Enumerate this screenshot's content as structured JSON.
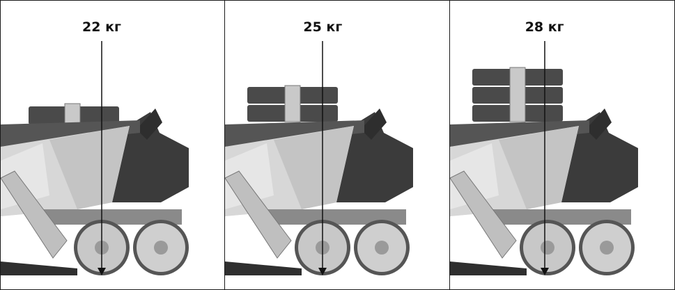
{
  "panels": [
    {
      "weight_label": "22 кг",
      "weight_blocks": 1
    },
    {
      "weight_label": "25 кг",
      "weight_blocks": 2
    },
    {
      "weight_label": "28 кг",
      "weight_blocks": 3
    }
  ],
  "colors": {
    "border": "#1a1a1a",
    "hopper_light": "#d9d9d9",
    "hopper_mid": "#bdbdbd",
    "machine_dark": "#3a3a3a",
    "wheel": "#c8c8c8",
    "arrow": "#111111"
  }
}
